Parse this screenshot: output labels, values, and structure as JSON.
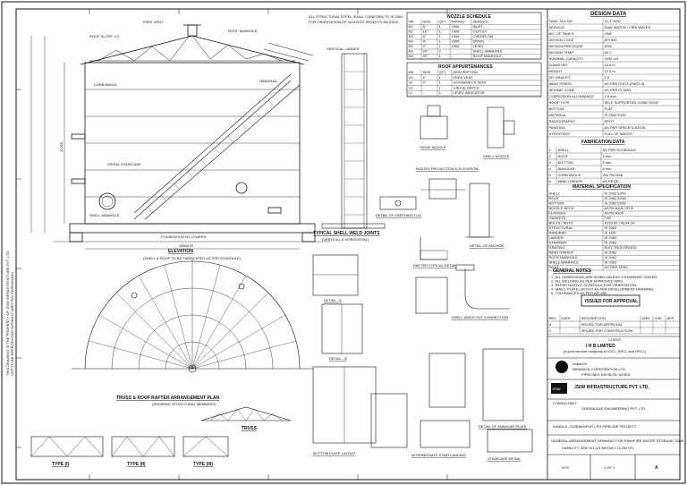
{
  "design_data": {
    "title": "DESIGN DATA",
    "rows": [
      [
        "TANK TAG NO.",
        "31-T-1032"
      ],
      [
        "SERVICE",
        "RAW WATER / FIRE WATER"
      ],
      [
        "NO. OF TANKS",
        "ONE"
      ],
      [
        "DESIGN CODE",
        "API 650"
      ],
      [
        "DESIGN PRESSURE",
        "ATM"
      ],
      [
        "DESIGN TEMP.",
        "65 C"
      ],
      [
        "NOMINAL CAPACITY",
        "2090 m3"
      ],
      [
        "DIAMETER",
        "15.6 m"
      ],
      [
        "HEIGHT",
        "12.0 m"
      ],
      [
        "SP. GRAVITY",
        "1.0"
      ],
      [
        "WIND SPEED",
        "AS PER IS 875 (PART-3)"
      ],
      [
        "SEISMIC ZONE",
        "AS PER IS 1893"
      ],
      [
        "CORROSION ALLOWANCE",
        "1.5 mm"
      ],
      [
        "ROOF TYPE",
        "SELF SUPPORTED CONE ROOF"
      ],
      [
        "BOTTOM",
        "FLAT"
      ],
      [
        "MATERIAL",
        "IS 2062 E250"
      ],
      [
        "RADIOGRAPHY",
        "SPOT"
      ],
      [
        "PAINTING",
        "AS PER SPECIFICATION"
      ],
      [
        "HYDROTEST",
        "FULL OF WATER"
      ]
    ]
  },
  "fabrication_data": {
    "title": "FABRICATION DATA",
    "rows": [
      [
        "1",
        "SHELL",
        "AS PER SCHEDULE"
      ],
      [
        "2",
        "ROOF",
        "5 mm"
      ],
      [
        "3",
        "BOTTOM",
        "6 mm"
      ],
      [
        "4",
        "ANNULAR",
        "8 mm"
      ],
      [
        "5",
        "CURB ANGLE",
        "ISA 75x75x8"
      ],
      [
        "6",
        "WIND GIRDER",
        "AS REQD."
      ]
    ]
  },
  "material_spec": {
    "title": "MATERIAL SPECIFICATION",
    "rows": [
      [
        "SHELL",
        "IS 2062 E250"
      ],
      [
        "ROOF",
        "IS 2062 E250"
      ],
      [
        "BOTTOM",
        "IS 2062 E250"
      ],
      [
        "NOZZLE NECK",
        "ASTM A106 GR.B"
      ],
      [
        "FLANGES",
        "ASTM A105"
      ],
      [
        "GASKETS",
        "CAF"
      ],
      [
        "BOLTS / NUTS",
        "A193 B7 / A194 2H"
      ],
      [
        "STRUCTURAL",
        "IS 2062"
      ],
      [
        "HANDRAIL",
        "IS 1161"
      ],
      [
        "LADDER",
        "IS 2062"
      ],
      [
        "STAIRWAY",
        "IS 2062"
      ],
      [
        "GRATING",
        "ELECTROFORGED"
      ],
      [
        "WIND GIRDER",
        "IS 2062"
      ],
      [
        "ROOF MANHOLE",
        "IS 2062"
      ],
      [
        "SHELL MANHOLE",
        "IS 2062"
      ],
      [
        "PAINT",
        "AS PER SPEC"
      ]
    ]
  },
  "general_notes": {
    "title": "GENERAL NOTES",
    "items": [
      "1. ALL DIMENSIONS ARE IN MM UNLESS OTHERWISE STATED.",
      "2. ALL WELDING AS PER APPROVED WPS.",
      "3. REFER NOZZLE SCHEDULE FOR ORIENTATION.",
      "4. SHELL PLATE LAYOUT AS PER DEVELOPMENT DRAWING.",
      "5. TOLERANCES AS PER API 650."
    ]
  },
  "approval_stamp": "ISSUED FOR APPROVAL",
  "revision_table": {
    "headers": [
      "REV",
      "DATE",
      "DESCRIPTION",
      "DRN",
      "CHK",
      "APP"
    ],
    "rows": [
      [
        "A",
        "",
        "ISSUED FOR APPROVAL",
        "",
        "",
        ""
      ],
      [
        "0",
        "",
        "ISSUED FOR CONSTRUCTION",
        "",
        "",
        ""
      ]
    ]
  },
  "clients": {
    "client_label": "CLIENT",
    "ihb_name": "I H B LIMITED",
    "ihb_sub": "(a joint venture company of IOCL, BPCL and HPCL)",
    "ioc_logo": "IndianOil",
    "ioc_name": "INDIANOIL CORPORATION LTD.",
    "ioc_sub": "PIPELINES DIVISION, NOIDA",
    "jsiw_logo": "JSIW",
    "jsiw_name": "JSIW INFRASTRUCTURE PVT. LTD.",
    "consultant_label": "CONSULTANT",
    "consultant_name": "GREENLEAF ENGINEERING PVT. LTD.",
    "project": "KANDLA - GORAKHPUR LPG PIPELINE PROJECT"
  },
  "title_block": {
    "drawing_title": "GENERAL ARRANGEMENT DRAWING FOR RAW/FIRE WATER STORAGE TANK",
    "tank_desc": "CAPACITY 2090 m3 (15.6M DIA x 12.0M HT)",
    "scale": "NTS",
    "sheet": "1 OF 1",
    "rev": "A"
  },
  "view_labels": {
    "elevation": "ELEVATION",
    "elevation_sub": "(SHELL & ROOF TO BE FABRICATED AS PER SCHEDULE)",
    "plan": "TRUSS & ROOF RAFTER ARRANGEMENT PLAN",
    "plan_sub": "(SHOWING STRUCTURAL MEMBERS)",
    "shell_weld": "TYPICAL SHELL WELD JOINTS",
    "shell_weld_sub": "(VERTICAL & HORIZONTAL)",
    "roof_nozzle": "ROOF NOZZLE",
    "shell_nozzle": "SHELL NOZZLE",
    "nozzle_detail": "NOZZLE PROJECTION & ELEVATION",
    "earthing": "DETAIL OF EARTHING LUG",
    "rafter": "RAFTER TYPICAL DETAIL",
    "washout": "SHELL WASH OUT CONNECTION",
    "anchor": "DETAIL OF ANCHOR",
    "detail_a": "DETAIL - A",
    "detail_b": "DETAIL - B",
    "bottom_plate": "BOTTOM PLATE LAYOUT",
    "annular": "DETAIL OF ANNULAR PLATE",
    "truss": "TRUSS",
    "type1": "TYPE (I)",
    "type2": "TYPE (II)",
    "type3": "TYPE (III)",
    "platform": "INTERMEDIATE STAIR LANDING",
    "staircase": "STAIRCASE DETAIL",
    "vertical_ladder": "VERTICAL LADDER"
  },
  "nozzle_schedule": {
    "title": "NOZZLE SCHEDULE",
    "headers": [
      "MK",
      "SIZE",
      "QTY",
      "RATING",
      "SERVICE"
    ],
    "rows": [
      [
        "N1",
        "8\"",
        "1",
        "150#",
        "INLET"
      ],
      [
        "N2",
        "10\"",
        "1",
        "150#",
        "OUTLET"
      ],
      [
        "N3",
        "6\"",
        "1",
        "150#",
        "OVERFLOW"
      ],
      [
        "N4",
        "4\"",
        "1",
        "150#",
        "DRAIN"
      ],
      [
        "N5",
        "2\"",
        "1",
        "150#",
        "LEVEL"
      ],
      [
        "M1",
        "24\"",
        "2",
        "-",
        "SHELL MANHOLE"
      ],
      [
        "M2",
        "20\"",
        "1",
        "-",
        "ROOF MANHOLE"
      ]
    ]
  },
  "appurtenance_schedule": {
    "title": "ROOF APPURTENANCES",
    "headers": [
      "MK",
      "SIZE",
      "QTY",
      "DESCRIPTION"
    ],
    "rows": [
      [
        "V1",
        "6\"",
        "1",
        "FREE VENT"
      ],
      [
        "V2",
        "4\"",
        "1",
        "GOOSENECK VENT"
      ],
      [
        "G1",
        "-",
        "1",
        "GAUGE HATCH"
      ],
      [
        "L1",
        "-",
        "1",
        "LEVEL INDICATOR"
      ]
    ]
  },
  "legend_notes": [
    "ALL STRUCTURAL STEEL SHALL CONFORM TO IS 2062.",
    "FOR ORIENTATION OF NOZZLES REFER PLAN VIEW."
  ],
  "elevation_callouts": {
    "roof_slope": "ROOF SLOPE 1:5",
    "roof_mh": "ROOF MANHOLE",
    "vent": "FREE VENT",
    "shell_mh": "SHELL MANHOLE",
    "curb": "CURB ANGLE",
    "stair": "SPIRAL STAIRCASE",
    "handrail": "HANDRAIL",
    "foundation": "FOUNDATION BY OTHERS",
    "dia": "15600 ID",
    "ht": "12000"
  },
  "side_text": [
    "THIS DRAWING IS THE PROPERTY OF JSIW INFRASTRUCTURE PVT. LTD.",
    "NOT TO BE REPRODUCED WITHOUT WRITTEN PERMISSION"
  ],
  "colors": {
    "line": "#111111",
    "paper": "#ffffff",
    "stamp": "#111111",
    "logo_fill": "#111111"
  }
}
